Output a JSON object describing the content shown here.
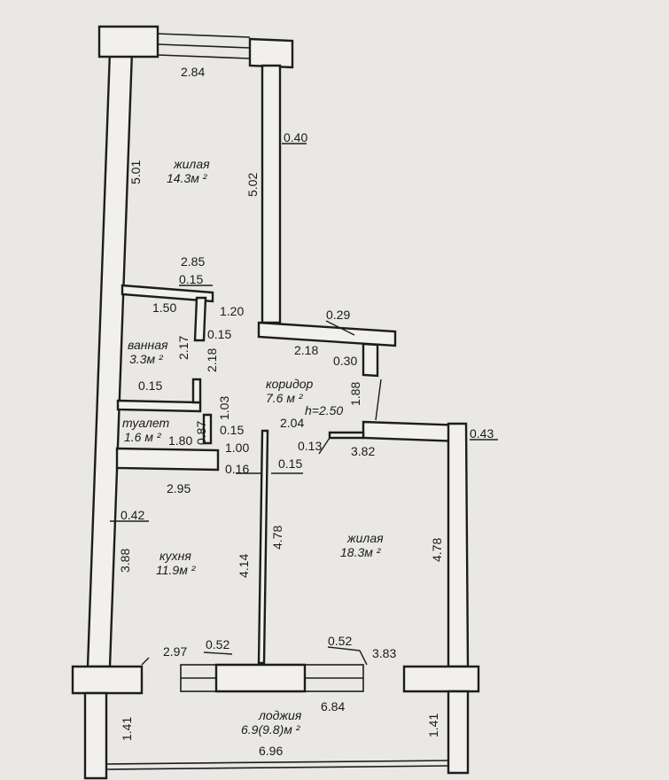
{
  "rooms": {
    "living1": {
      "name": "жилая",
      "area": "14.3м ²"
    },
    "bath": {
      "name": "ванная",
      "area": "3.3м ²"
    },
    "corridor": {
      "name": "коридор",
      "area": "7.6 м ²",
      "height": "h=2.50"
    },
    "toilet": {
      "name": "туалет",
      "area": "1.6 м ²"
    },
    "kitchen": {
      "name": "кухня",
      "area": "11.9м ²"
    },
    "living2": {
      "name": "жилая",
      "area": "18.3м ²"
    },
    "loggia": {
      "name": "лоджия",
      "area": "6.9(9.8)м ²"
    }
  },
  "dimensions": {
    "d284": "2.84",
    "d040": "0.40",
    "d501": "5.01",
    "d502": "5.02",
    "d285": "2.85",
    "d015a": "0.15",
    "d150": "1.50",
    "d120": "1.20",
    "d029": "0.29",
    "d217": "2.17",
    "d015b": "0.15",
    "d218a": "2.18",
    "d218b": "2.18",
    "d030": "0.30",
    "d015c": "0.15",
    "d188": "1.88",
    "d103": "1.03",
    "d087": "0.87",
    "d180": "1.80",
    "d015d": "0.15",
    "d204": "2.04",
    "d013": "0.13",
    "d043": "0.43",
    "d100": "1.00",
    "d016": "0.16",
    "d015e": "0.15",
    "d382": "3.82",
    "d295": "2.95",
    "d042": "0.42",
    "d388": "3.88",
    "d414": "4.14",
    "d478a": "4.78",
    "d478b": "4.78",
    "d297": "2.97",
    "d052a": "0.52",
    "d052b": "0.52",
    "d383": "3.83",
    "d684": "6.84",
    "d141a": "1.41",
    "d141b": "1.41",
    "d696": "6.96"
  }
}
